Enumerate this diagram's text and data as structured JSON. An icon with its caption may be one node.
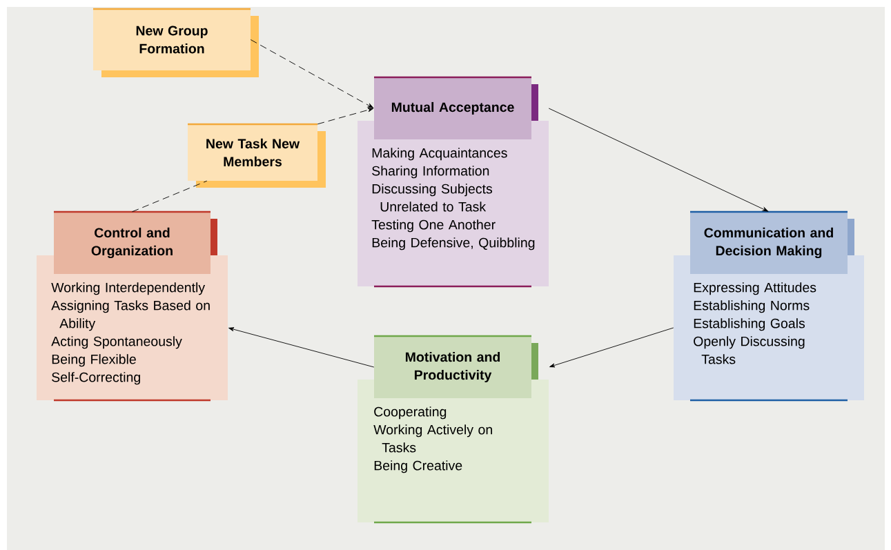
{
  "diagram": {
    "nodes": [
      {
        "text": [
          "New Group Formation"
        ]
      },
      {
        "text": [
          "Mutual Acceptance",
          "Making Acquaintances",
          "Sharing Information",
          "Discussing Subjects Unrelated to Task",
          "Testing One Another",
          "Being Defensive, Quibbling"
        ]
      },
      {
        "text": [
          "New Task New Members"
        ]
      },
      {
        "text": [
          "Control and Organization",
          "Working Interdependently",
          "Assigning Tasks Based on Ability",
          "Acting Spontaneously",
          "Being Flexible",
          "Self-Correcting"
        ]
      },
      {
        "text": [
          "Communication and Decision Making",
          "Expressing Attitudes",
          "Establishing Norms",
          "Establishing Goals",
          "Openly Discussing Tasks"
        ]
      },
      {
        "text": [
          "Motivation and Productivity",
          "Cooperating",
          "Working Actively on Tasks",
          "Being Creative"
        ]
      }
    ],
    "edges": [
      {
        "from": 0,
        "to": 1,
        "arrow": "to",
        "style": "dashed"
      },
      {
        "from": 2,
        "to": 1,
        "arrow": "to",
        "style": "dashed"
      },
      {
        "from": 3,
        "to": 2,
        "arrow": "none",
        "style": "dashed"
      },
      {
        "from": 1,
        "to": 4,
        "arrow": "to"
      },
      {
        "from": 4,
        "to": 5,
        "arrow": "to"
      },
      {
        "from": 5,
        "to": 3,
        "arrow": "to"
      }
    ]
  }
}
